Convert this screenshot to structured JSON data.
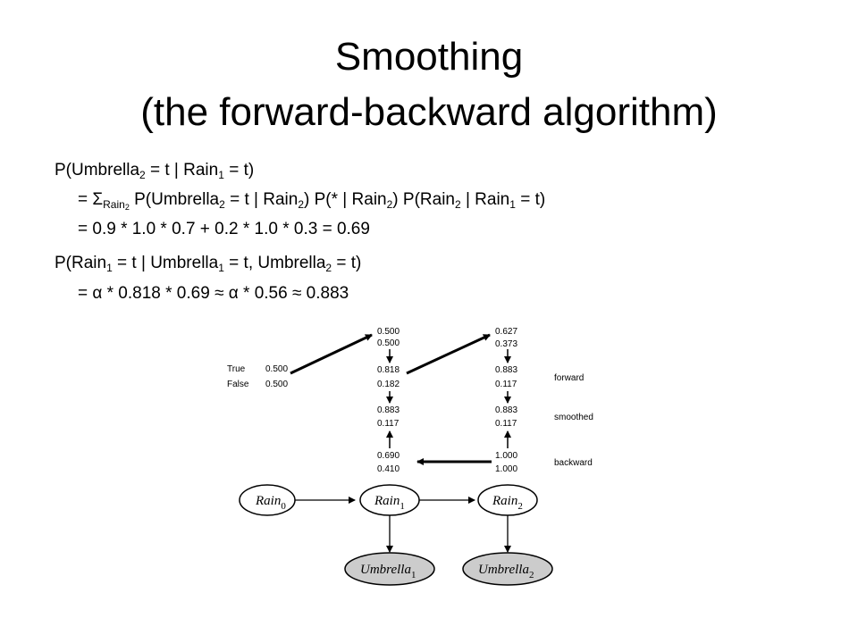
{
  "title": {
    "line1": "Smoothing",
    "line2": "(the forward-backward algorithm)"
  },
  "equations": {
    "line1": {
      "a": "P(Umbrella",
      "s1": "2",
      "b": " = t | Rain",
      "s2": "1",
      "c": " = t)"
    },
    "line2": {
      "a": "= Σ",
      "s1": "Rain",
      "s1b": "2",
      "b": " P(Umbrella",
      "s2": "2",
      "c": " = t | Rain",
      "s3": "2",
      "d": ") P(* | Rain",
      "s4": "2",
      "e": ") P(Rain",
      "s5": "2",
      "f": " | Rain",
      "s6": "1",
      "g": " = t)"
    },
    "line3": "= 0.9 * 1.0 * 0.7 + 0.2 * 1.0 * 0.3 = 0.69",
    "line4": {
      "a": "P(Rain",
      "s1": "1",
      "b": " = t | Umbrella",
      "s2": "1",
      "c": " = t, Umbrella",
      "s3": "2",
      "d": " = t)"
    },
    "line5": "= α * 0.818 * 0.69 ≈ α * 0.56 ≈ 0.883"
  },
  "diagram": {
    "row_labels": {
      "true": "True",
      "false": "False"
    },
    "prior": {
      "true": "0.500",
      "false": "0.500"
    },
    "columns": [
      {
        "predicted": [
          "0.500",
          "0.500"
        ],
        "forward": [
          "0.818",
          "0.182"
        ],
        "smoothed": [
          "0.883",
          "0.117"
        ],
        "backward": [
          "0.690",
          "0.410"
        ]
      },
      {
        "predicted": [
          "0.627",
          "0.373"
        ],
        "forward": [
          "0.883",
          "0.117"
        ],
        "smoothed": [
          "0.883",
          "0.117"
        ],
        "backward": [
          "1.000",
          "1.000"
        ]
      }
    ],
    "side_labels": {
      "forward": "forward",
      "smoothed": "smoothed",
      "backward": "backward"
    },
    "nodes": {
      "rain0": {
        "name": "Rain",
        "sub": "0"
      },
      "rain1": {
        "name": "Rain",
        "sub": "1"
      },
      "rain2": {
        "name": "Rain",
        "sub": "2"
      },
      "umbrella1": {
        "name": "Umbrella",
        "sub": "1"
      },
      "umbrella2": {
        "name": "Umbrella",
        "sub": "2"
      }
    },
    "colors": {
      "observed_fill": "#cccccc",
      "line": "#000000"
    }
  }
}
